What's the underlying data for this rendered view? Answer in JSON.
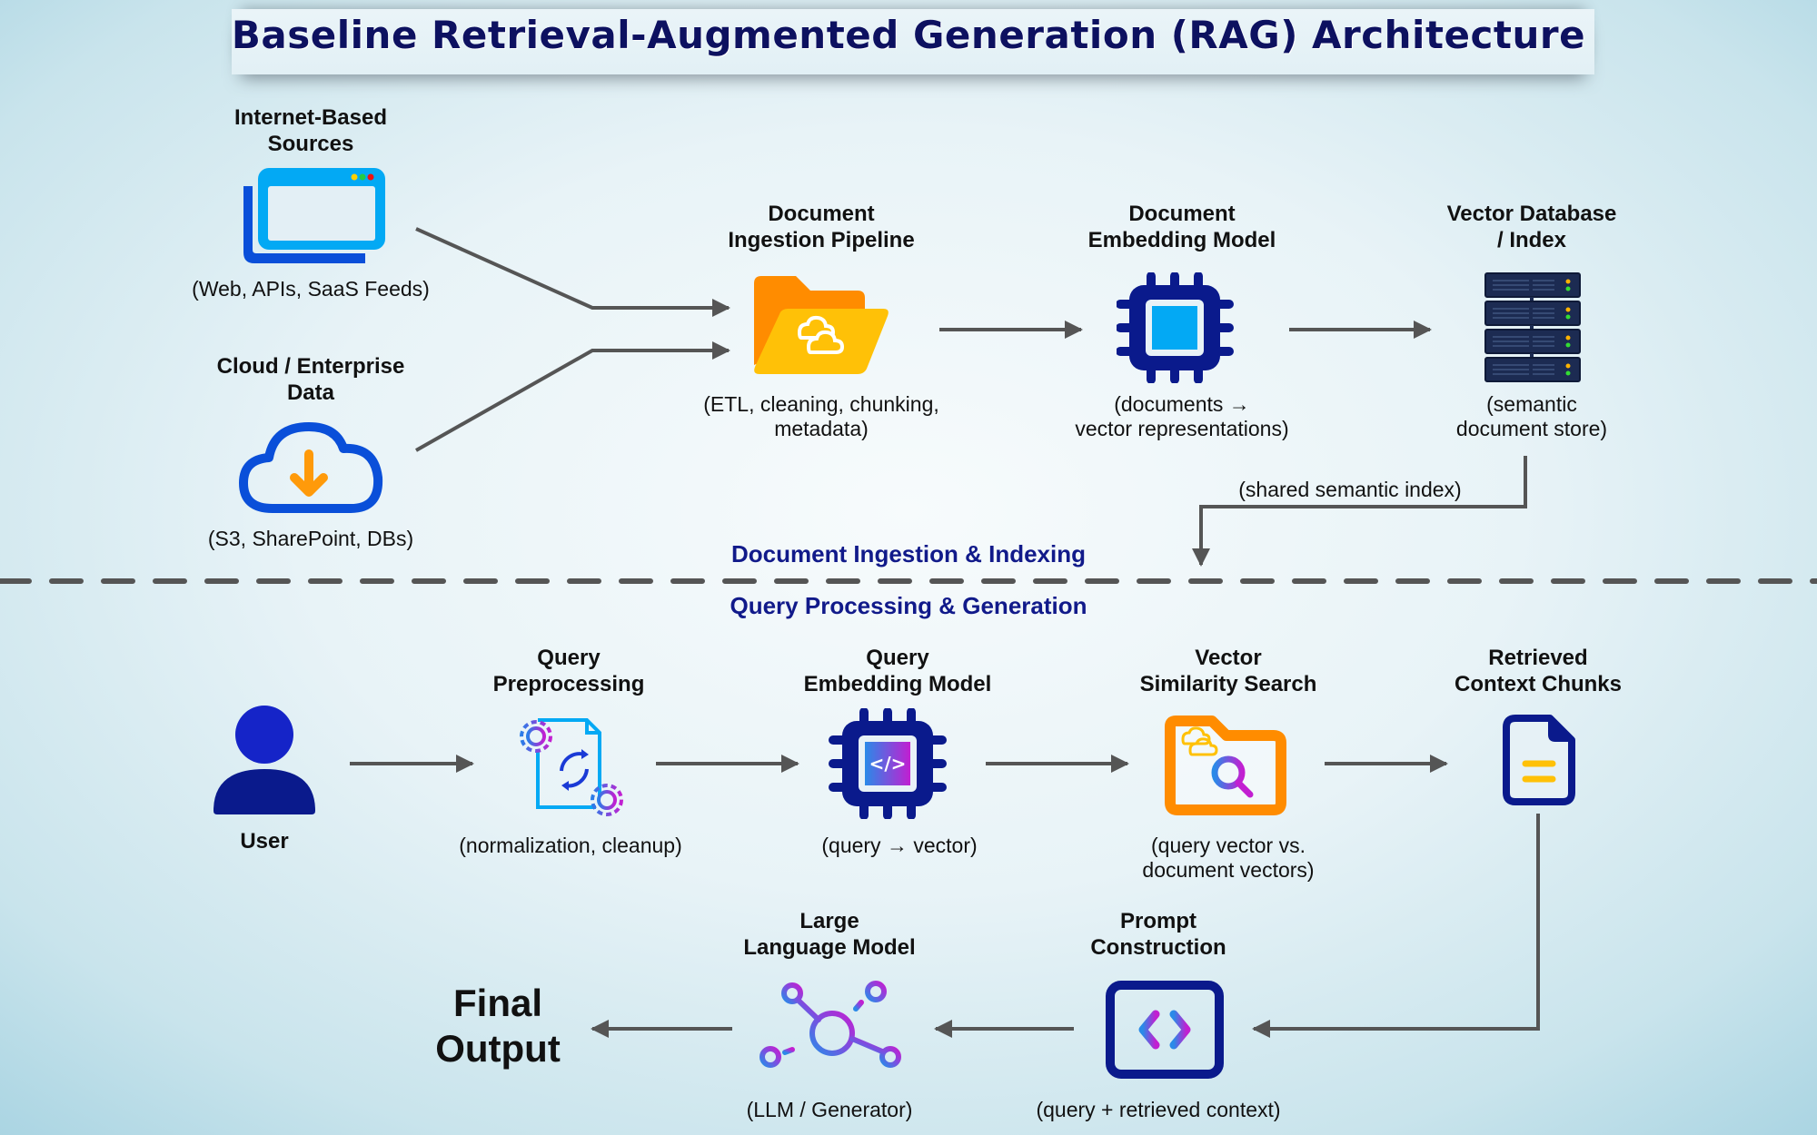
{
  "title": "Baseline Retrieval-Augmented Generation (RAG) Architecture",
  "sections": {
    "ingestion": "Document Ingestion & Indexing",
    "query": "Query Processing & Generation"
  },
  "ingestion_nodes": {
    "internet_sources": {
      "title": "Internet-Based\nSources",
      "subtitle": "(Web, APIs, SaaS Feeds)",
      "icon": "browser-window-icon"
    },
    "cloud_data": {
      "title": "Cloud / Enterprise\nData",
      "subtitle": "(S3, SharePoint, DBs)",
      "icon": "cloud-download-icon"
    },
    "ingestion_pipeline": {
      "title": "Document\nIngestion Pipeline",
      "subtitle": "(ETL, cleaning, chunking,\nmetadata)",
      "icon": "folder-cloud-icon"
    },
    "doc_embedding": {
      "title": "Document\nEmbedding Model",
      "subtitle": "(documents →\nvector representations)",
      "icon": "chip-icon"
    },
    "vector_db": {
      "title": "Vector Database\n/ Index",
      "subtitle": "(semantic\ndocument store)",
      "icon": "server-rack-icon"
    }
  },
  "shared_index_label": "(shared semantic index)",
  "query_nodes": {
    "user": {
      "title": "User",
      "icon": "user-icon"
    },
    "preprocessing": {
      "title": "Query\nPreprocessing",
      "subtitle": "(normalization, cleanup)",
      "icon": "document-gears-icon"
    },
    "query_embedding": {
      "title": "Query\nEmbedding Model",
      "subtitle": "(query → vector)",
      "icon": "code-chip-icon"
    },
    "similarity_search": {
      "title": "Vector\nSimilarity Search",
      "subtitle": "(query vector vs.\ndocument vectors)",
      "icon": "folder-search-icon"
    },
    "retrieved_chunks": {
      "title": "Retrieved\nContext Chunks",
      "icon": "document-icon"
    },
    "prompt_construction": {
      "title": "Prompt\nConstruction",
      "subtitle": "(query + retrieved context)",
      "icon": "code-brackets-icon"
    },
    "llm": {
      "title": "Large\nLanguage Model",
      "subtitle": "(LLM / Generator)",
      "icon": "network-nodes-icon"
    },
    "final_output": {
      "title": "Final\nOutput"
    }
  },
  "colors": {
    "title": "#0d1160",
    "section": "#111a8a",
    "navy": "#0a1a8c",
    "sky": "#03a9f4",
    "royal": "#0a4fd9",
    "orange": "#ff8c00",
    "yellow": "#ffc107",
    "purple": "#c21fd1",
    "arrow": "#555555"
  }
}
